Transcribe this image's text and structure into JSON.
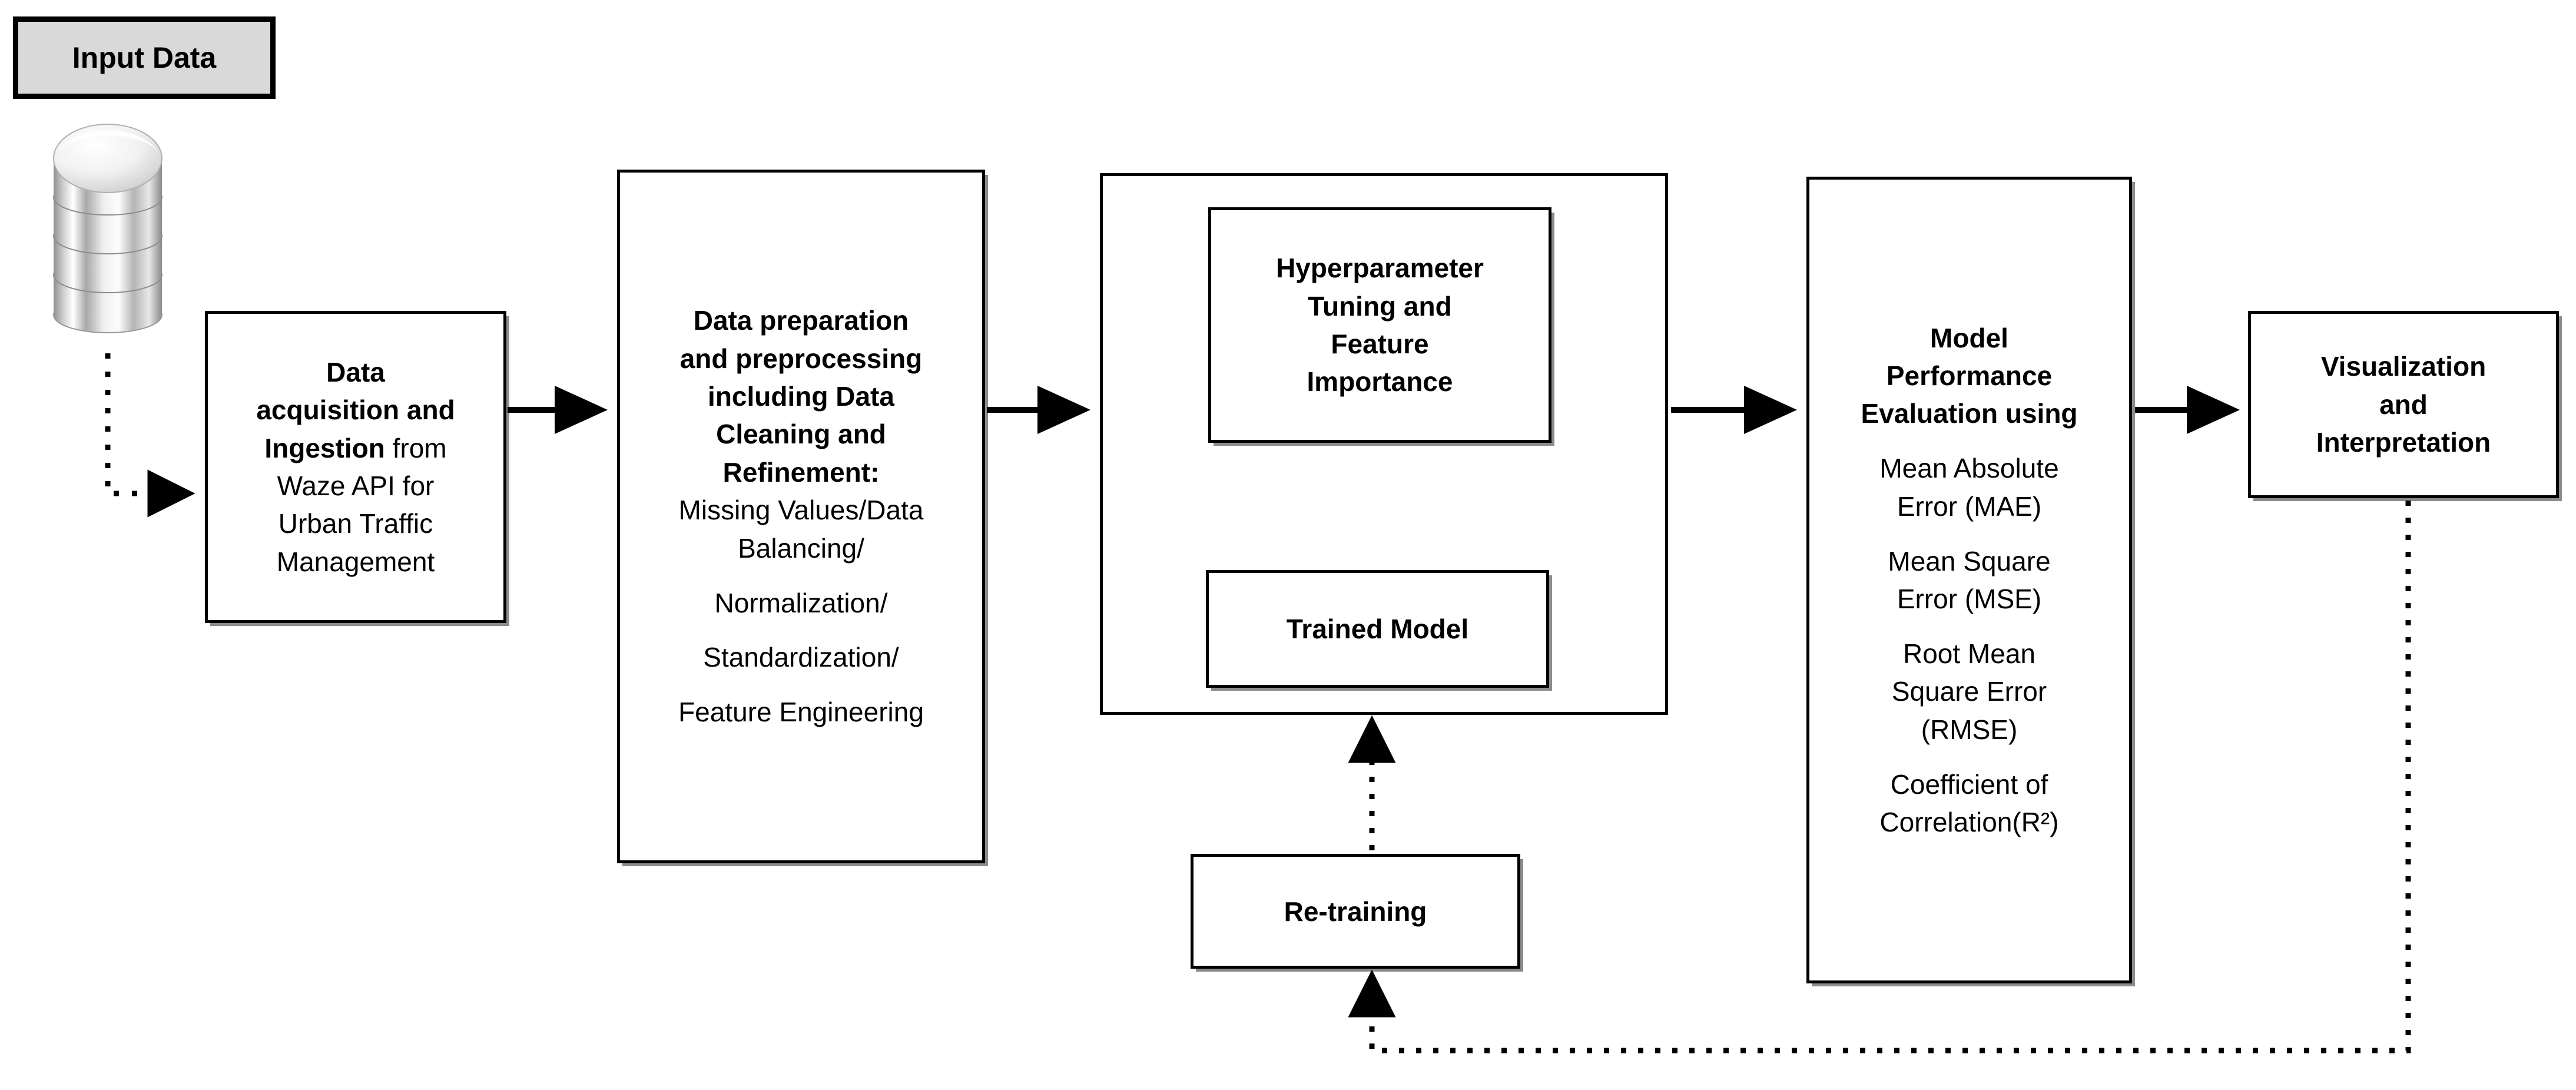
{
  "diagram": {
    "title_badge": "Input Data",
    "icon_db": "database-stack-icon",
    "nodes": {
      "ingestion": {
        "bold_lines": [
          "Data",
          "acquisition and"
        ],
        "mixed_line_bold": "Ingestion",
        "mixed_line_regular": " from",
        "regular_lines": [
          "Waze API for",
          "Urban Traffic",
          "Management"
        ]
      },
      "preprocessing": {
        "bold_lines": [
          "Data preparation",
          "and preprocessing",
          "including Data",
          "Cleaning and",
          "Refinement:"
        ],
        "regular_group_1": [
          "Missing Values/Data",
          "Balancing/"
        ],
        "regular_group_2": [
          "Normalization/"
        ],
        "regular_group_3": [
          "Standardization/"
        ],
        "regular_group_4": [
          "Feature Engineering"
        ]
      },
      "hyperparameter": {
        "lines": [
          "Hyperparameter",
          "Tuning and",
          "Feature",
          "Importance"
        ]
      },
      "trained_model": {
        "label": "Trained Model"
      },
      "evaluation": {
        "bold_lines": [
          "Model",
          "Performance",
          "Evaluation using"
        ],
        "metrics": [
          [
            "Mean Absolute",
            "Error (MAE)"
          ],
          [
            "Mean Square",
            "Error (MSE)"
          ],
          [
            "Root Mean",
            "Square Error",
            "(RMSE)"
          ],
          [
            "Coefficient of",
            "Correlation(R²)"
          ]
        ]
      },
      "visualization": {
        "lines": [
          "Visualization",
          "and",
          "Interpretation"
        ]
      },
      "retraining": {
        "label": "Re-training"
      }
    },
    "connectors": [
      {
        "name": "db-to-ingestion",
        "style": "dotted",
        "from": "database",
        "to": "ingestion"
      },
      {
        "name": "ingestion-to-preprocessing",
        "style": "solid",
        "from": "ingestion",
        "to": "preprocessing"
      },
      {
        "name": "preprocessing-to-training",
        "style": "solid",
        "from": "preprocessing",
        "to": "training"
      },
      {
        "name": "training-to-evaluation",
        "style": "solid",
        "from": "training",
        "to": "evaluation"
      },
      {
        "name": "evaluation-to-visualization",
        "style": "solid",
        "from": "evaluation",
        "to": "visualization"
      },
      {
        "name": "hyperparameter-to-trained-model",
        "style": "dotted",
        "from": "hyperparameter",
        "to": "trained_model"
      },
      {
        "name": "trained-model-to-hyperparameter",
        "style": "dotted",
        "from": "trained_model",
        "to": "hyperparameter"
      },
      {
        "name": "retraining-to-training",
        "style": "dotted",
        "from": "retraining",
        "to": "training"
      },
      {
        "name": "visualization-to-retraining",
        "style": "dotted",
        "from": "visualization",
        "to": "retraining"
      }
    ],
    "colors": {
      "stroke": "#000000",
      "badge_fill": "#d9d9d9",
      "node_fill": "#ffffff",
      "background": "#ffffff"
    }
  }
}
